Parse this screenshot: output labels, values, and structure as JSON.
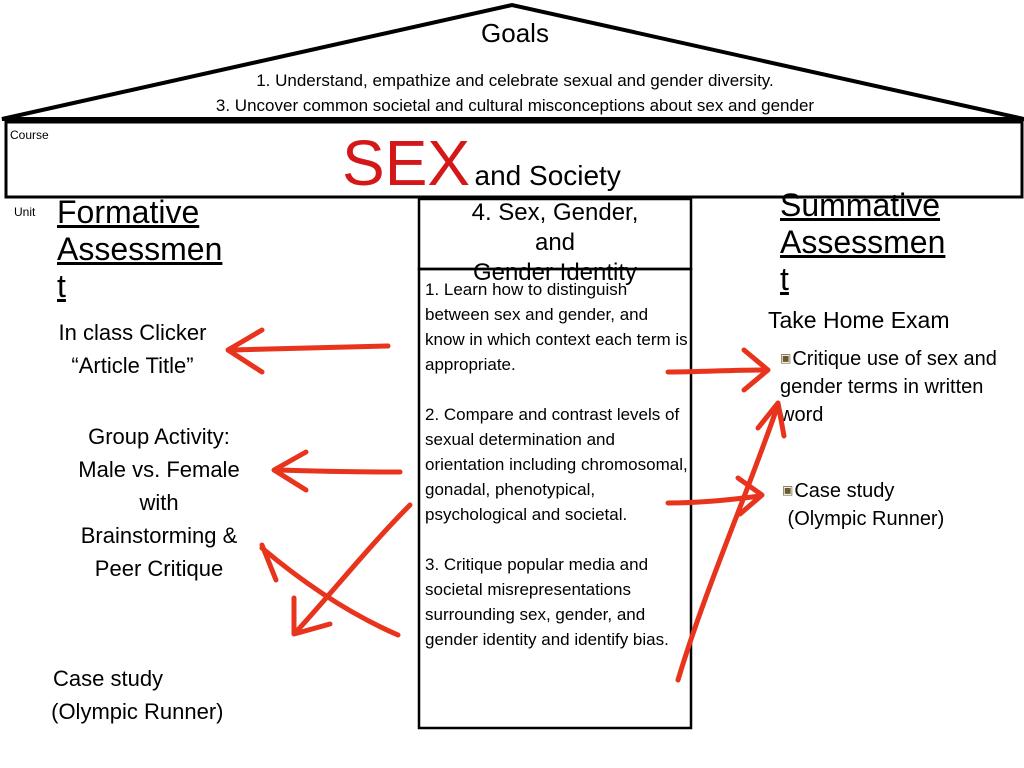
{
  "goals": {
    "title": "Goals",
    "items": [
      "1. Understand, empathize and celebrate sexual and gender diversity.",
      "3. Uncover common societal and cultural misconceptions about sex and gender"
    ]
  },
  "course": {
    "label": "Course",
    "title_emphasis": "SEX",
    "title_rest": "and Society"
  },
  "unit": {
    "label": "Unit",
    "title_lines": [
      "4. Sex, Gender,",
      "and",
      "Gender Identity"
    ]
  },
  "formative": {
    "heading_lines": [
      "Formative",
      "Assessmen",
      "t"
    ],
    "items": {
      "clicker": [
        "In class Clicker",
        "“Article Title”"
      ],
      "group": [
        "Group Activity:",
        "Male vs. Female",
        "with",
        "Brainstorming &",
        "Peer Critique"
      ],
      "case": [
        "Case study",
        " (Olympic Runner)"
      ]
    }
  },
  "objectives": [
    "1. Learn how to distinguish between sex and gender, and know in which context each term is appropriate.",
    "2. Compare and contrast levels of sexual determination and orientation including chromosomal, gonadal, phenotypical, psychological and societal.",
    "3. Critique popular media and societal misrepresentations surrounding sex, gender, and  gender identity and identify bias."
  ],
  "summative": {
    "heading_lines": [
      "Summative",
      "Assessmen",
      "t"
    ],
    "exam": "Take Home Exam",
    "items": {
      "critique": [
        "Critique use of sex and",
        "gender terms in written",
        "word"
      ],
      "case": [
        "Case study",
        " (Olympic Runner)"
      ]
    },
    "bullet_icon": "book-bullet-icon"
  },
  "colors": {
    "accent": "#d4181a",
    "arrow": "#e8341c",
    "outline": "#000000"
  }
}
